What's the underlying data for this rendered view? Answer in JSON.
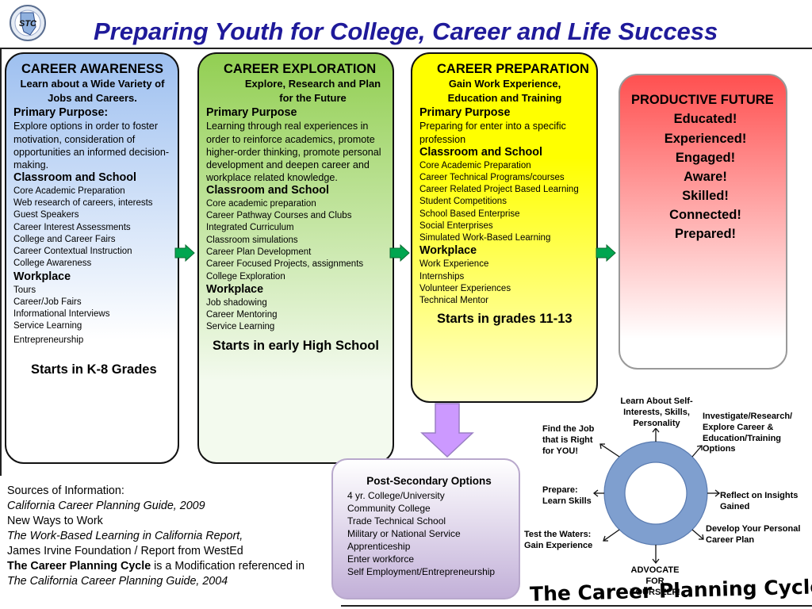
{
  "title": "Preparing Youth for College, Career and Life Success",
  "logo": {
    "text": "STC"
  },
  "career_awareness": {
    "title": "CAREER AWARENESS",
    "subtitle": "Learn about a Wide Variety of Jobs and Careers.",
    "purpose_head": "Primary Purpose:",
    "purpose_text": "Explore options in order to foster motivation, consideration of opportunities an informed decision-making.",
    "school_head": "Classroom and School",
    "school_items": [
      "Core Academic Preparation",
      "Web research of careers, interests",
      "Guest Speakers",
      "Career Interest Assessments",
      "College and Career Fairs",
      "Career Contextual Instruction",
      "College Awareness"
    ],
    "work_head": "Workplace",
    "work_items": [
      "Tours",
      "Career/Job Fairs",
      "Informational Interviews",
      "Service Learning",
      "Entrepreneurship"
    ],
    "starts": "Starts in K-8 Grades"
  },
  "career_exploration": {
    "title": "CAREER EXPLORATION",
    "subtitle": "Explore, Research and Plan for the Future",
    "purpose_head": "Primary Purpose",
    "purpose_text": "Learning through real experiences in order to reinforce academics, promote higher-order thinking, promote personal development and deepen career and workplace related knowledge.",
    "school_head": "Classroom and School",
    "school_items": [
      "Core academic preparation",
      "Career Pathway Courses and Clubs",
      "Integrated Curriculum",
      "Classroom simulations",
      "Career Plan Development",
      "Career Focused Projects, assignments",
      "College Exploration"
    ],
    "work_head": "Workplace",
    "work_items": [
      "Job shadowing",
      "Career Mentoring",
      "Service Learning"
    ],
    "starts": "Starts in early High School"
  },
  "career_preparation": {
    "title": "CAREER PREPARATION",
    "subtitle": "Gain Work Experience, Education and Training",
    "purpose_head": "Primary Purpose",
    "purpose_text": "Preparing for enter into a specific profession",
    "school_head": "Classroom and School",
    "school_items": [
      "Core Academic Preparation",
      "Career Technical Programs/courses",
      "Career Related Project Based Learning",
      "Student Competitions",
      "School Based Enterprise",
      "Social Enterprises",
      "Simulated Work-Based Learning"
    ],
    "work_head": "Workplace",
    "work_items": [
      "Work Experience",
      "Internships",
      "Volunteer Experiences",
      "Technical Mentor"
    ],
    "starts": "Starts in grades 11-13"
  },
  "productive_future": {
    "title": "PRODUCTIVE FUTURE",
    "items": [
      "Educated!",
      "Experienced!",
      "Engaged!",
      "Aware!",
      "Skilled!",
      "Connected!",
      "Prepared!"
    ]
  },
  "sources": {
    "label": "Sources of Information",
    "colon": ":",
    "line1": "California Career Planning Guide, 2009",
    "line2": "New Ways to Work",
    "line3": "The Work-Based Learning in California Report,",
    "line4": "James Irvine Foundation / Report from WestEd",
    "line5_bold": "The Career Planning Cycle",
    "line5_rest": " is a Modification referenced in",
    "line6": "The California Career Planning Guide, 2004"
  },
  "post_secondary": {
    "title": "Post-Secondary Options",
    "items": [
      "4 yr. College/University",
      "Community College",
      "Trade Technical School",
      "Military or National Service",
      "Apprenticeship",
      "Enter workforce",
      "Self Employment/Entrepreneurship"
    ]
  },
  "cycle": {
    "title": "The Career Planning Cycle",
    "steps": {
      "learn": "Learn About Self-Interests, Skills, Personality",
      "investigate": "Investigate/Research/ Explore Career & Education/Training Options",
      "reflect": "Reflect on Insights Gained",
      "develop": "Develop Your Personal Career Plan",
      "advocate": "ADVOCATE FOR YOURSELF!",
      "test": "Test the Waters: Gain Experience",
      "prepare": "Prepare: Learn Skills",
      "find": "Find the Job that is Right for YOU!"
    }
  },
  "colors": {
    "title": "#1f1a9a",
    "arrow": "#00a650",
    "down_arrow": "#cc99ff",
    "ring": "#7f9fcf"
  }
}
